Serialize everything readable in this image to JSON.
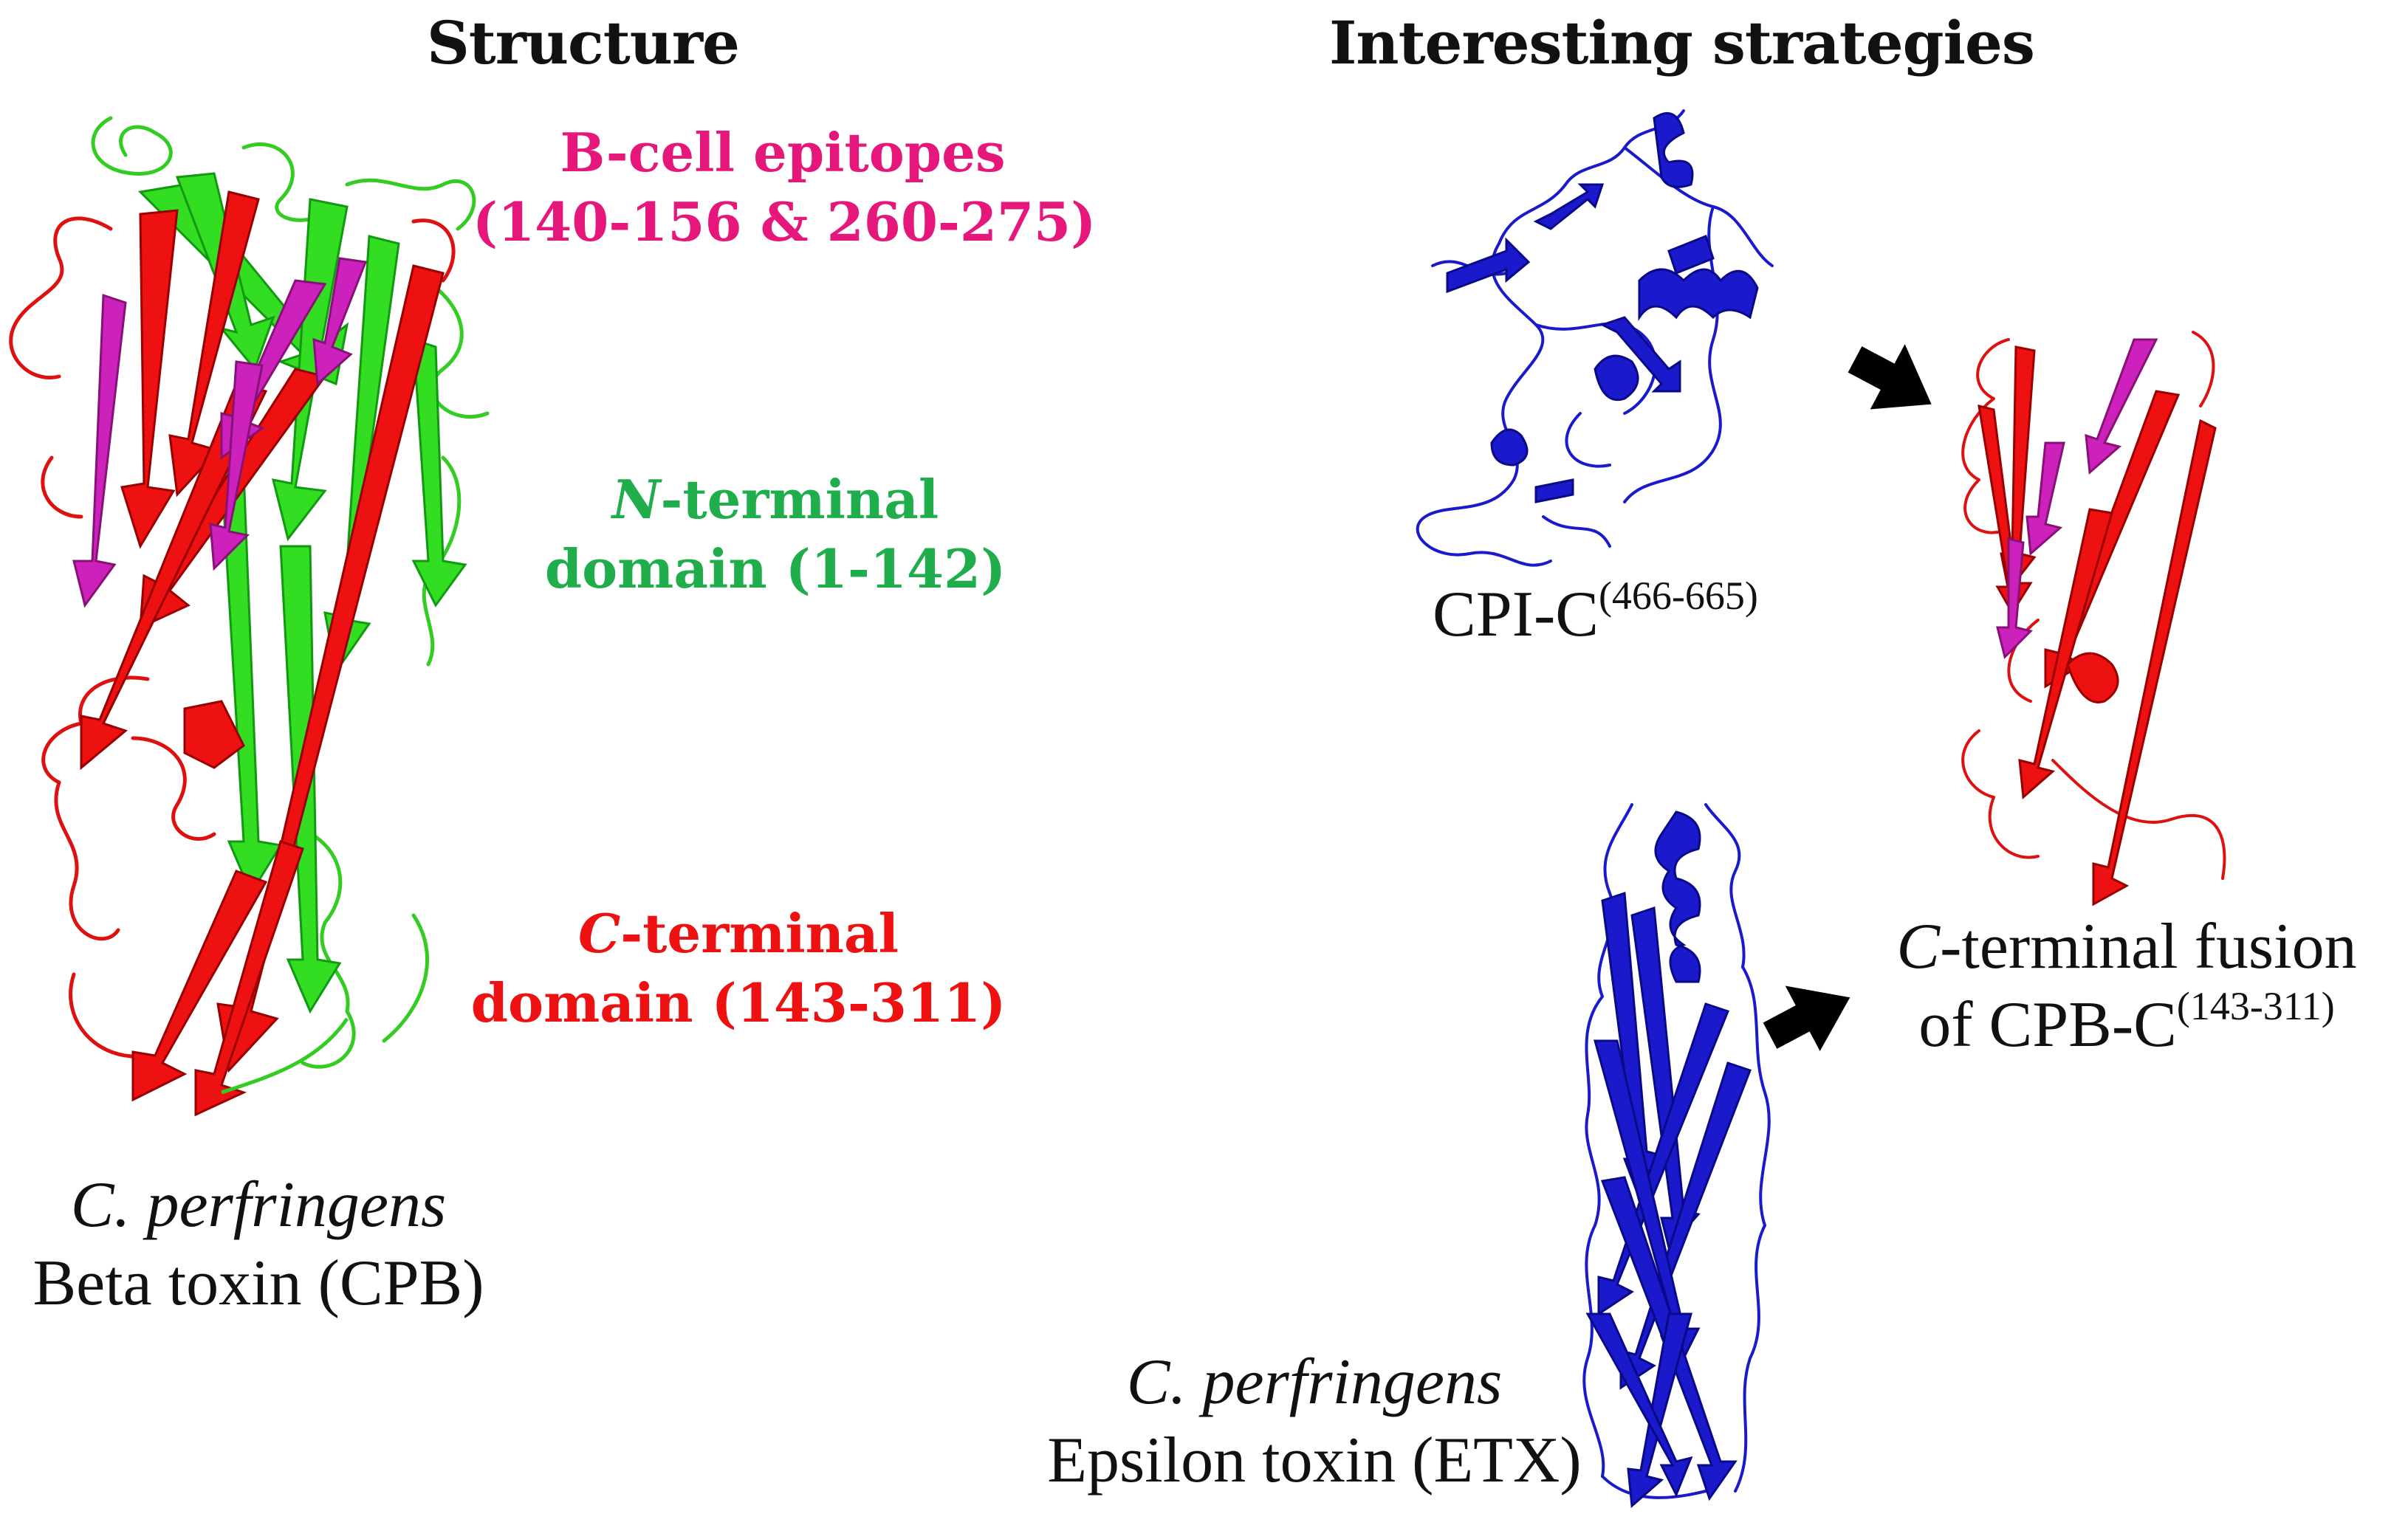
{
  "headings": {
    "structure": "Structure",
    "strategies": "Interesting strategies"
  },
  "annotations": {
    "b_cell": {
      "line1": "B-cell epitopes",
      "line2": "(140-156 & 260-275)"
    },
    "n_terminal": {
      "prefix": "N",
      "rest": "-terminal",
      "line2": "domain (1-142)"
    },
    "c_terminal": {
      "prefix": "C",
      "rest": "-terminal",
      "line2": "domain (143-311)"
    }
  },
  "captions": {
    "cpb": {
      "species": "C. perfringens",
      "name": "Beta toxin (CPB)"
    },
    "cpi": {
      "base": "CPI-C",
      "sup": "(466-665)"
    },
    "etx": {
      "species": "C. perfringens",
      "name": "Epsilon toxin (ETX)"
    },
    "fusion": {
      "prefix": "C",
      "line1_rest": "-terminal fusion",
      "line2_base": "of CPB-C",
      "line2_sup": "(143-311)"
    }
  },
  "colors": {
    "b_cell": "#e6177a",
    "n_terminal": "#1fae4b",
    "c_terminal": "#ee1111",
    "green_ribbon": "#33dd22",
    "red_ribbon": "#ee1111",
    "magenta_ribbon": "#cc22bb",
    "blue_ribbon": "#1a1acc",
    "arrow": "#000000"
  },
  "icons": {
    "arrow_top": "arrow-right-down-icon",
    "arrow_bottom": "arrow-right-up-icon"
  }
}
